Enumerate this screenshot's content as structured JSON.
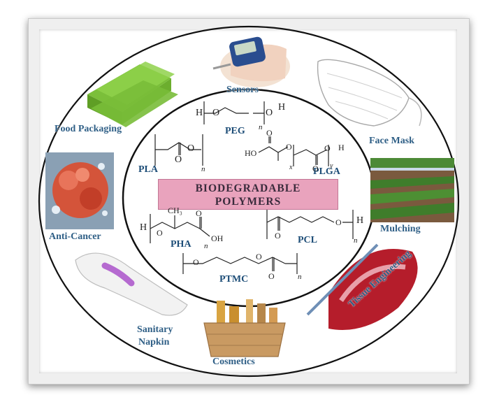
{
  "center": {
    "line1": "BIODEGRADABLE",
    "line2": "POLYMERS"
  },
  "applications": {
    "sensors": "Sensors",
    "food_packaging": "Food Packaging",
    "face_mask": "Face Mask",
    "anti_cancer": "Anti-Cancer",
    "mulching": "Mulching",
    "sanitary_line1": "Sanitary",
    "sanitary_line2": "Napkin",
    "cosmetics": "Cosmetics",
    "tissue_engineering": "Tissue Engineering"
  },
  "polymers": {
    "peg": "PEG",
    "pla": "PLA",
    "plga": "PLGA",
    "pha": "PHA",
    "pcl": "PCL",
    "ptmc": "PTMC"
  },
  "atoms": {
    "h": "H",
    "o": "O",
    "n": "n",
    "ho": "HO",
    "oh": "OH",
    "ch3": "CH₃",
    "x": "x",
    "y": "y"
  },
  "colors": {
    "label": "#2f5f86",
    "center_box": "#e9a3bd",
    "ring": "#111111"
  },
  "icons": [
    "glucometer-icon",
    "food-container-icon",
    "face-mask-icon",
    "cancer-cell-icon",
    "mulch-field-icon",
    "sanitary-pad-icon",
    "cosmetics-basket-icon",
    "blood-vessel-icon"
  ]
}
